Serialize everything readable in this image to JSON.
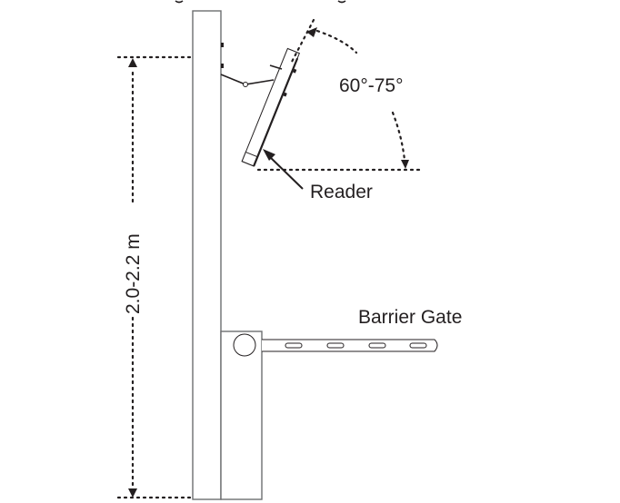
{
  "diagram": {
    "type": "installation-diagram",
    "labels": {
      "angle_range": "60°-75°",
      "reader": "Reader",
      "height_range": "2.0-2.2 m",
      "barrier_gate": "Barrier Gate"
    },
    "components": [
      "pole",
      "mounting-bracket",
      "reader",
      "barrier-gate-cabinet",
      "barrier-arm"
    ],
    "colors": {
      "line": "#231f20",
      "pole_outline": "#6d6e70",
      "background": "#ffffff"
    }
  }
}
